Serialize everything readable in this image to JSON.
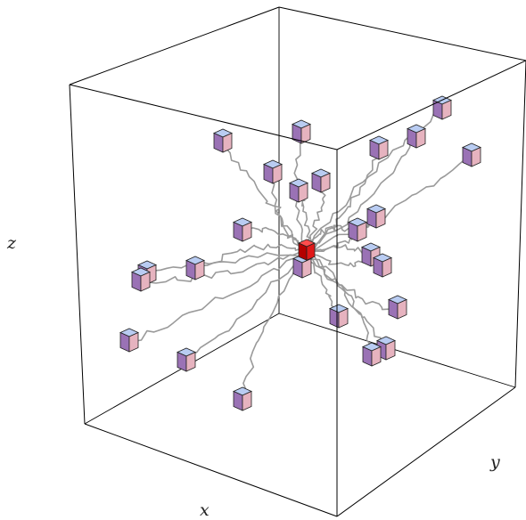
{
  "axes": {
    "x_label": "x",
    "y_label": "y",
    "z_label": "z"
  },
  "colors": {
    "frame": "#000000",
    "path": "#9a9a9a",
    "cube_top": "#b9ccf2",
    "cube_left": "#9a72b5",
    "cube_right": "#e6b3bf",
    "center_top": "#ff4d4d",
    "center_left": "#b40000",
    "center_right": "#e01818"
  },
  "center": {
    "name": "target"
  },
  "cubes_count_visible": 25
}
